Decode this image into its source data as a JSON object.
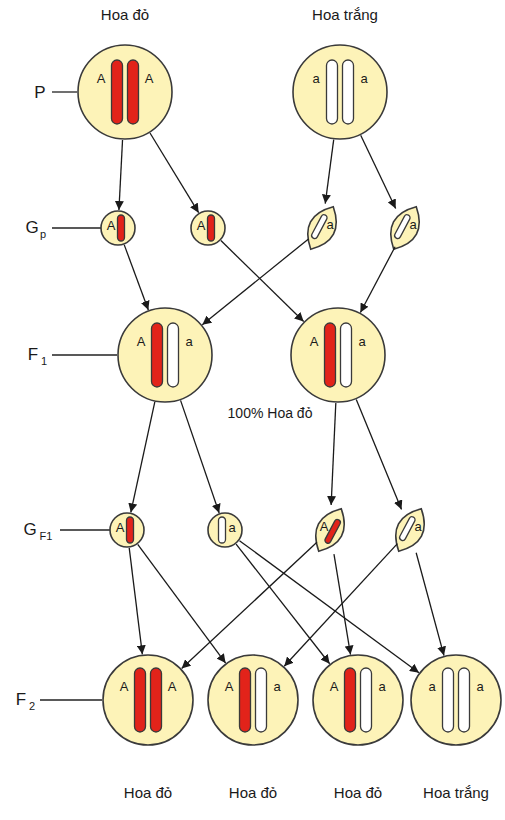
{
  "diagram": {
    "nodes": [
      {
        "text": [
          "A",
          "A"
        ]
      },
      {
        "text": [
          "a",
          "a"
        ]
      },
      {
        "text": [
          "A"
        ]
      },
      {
        "text": [
          "A"
        ]
      },
      {
        "text": [
          "a"
        ]
      },
      {
        "text": [
          "a"
        ]
      },
      {
        "text": [
          "A",
          "a"
        ]
      },
      {
        "text": [
          "A",
          "a"
        ]
      },
      {
        "text": [
          "A"
        ]
      },
      {
        "text": [
          "a"
        ]
      },
      {
        "text": [
          "A"
        ]
      },
      {
        "text": [
          "a"
        ]
      },
      {
        "text": [
          "A",
          "A"
        ]
      },
      {
        "text": [
          "A",
          "a"
        ]
      },
      {
        "text": [
          "A",
          "a"
        ]
      },
      {
        "text": [
          "a",
          "a"
        ]
      }
    ],
    "edges": [
      {
        "from": 0,
        "to": 2,
        "arrow": "to"
      },
      {
        "from": 0,
        "to": 3,
        "arrow": "to"
      },
      {
        "from": 1,
        "to": 4,
        "arrow": "to"
      },
      {
        "from": 1,
        "to": 5,
        "arrow": "to"
      },
      {
        "from": 2,
        "to": 6,
        "arrow": "to"
      },
      {
        "from": 3,
        "to": 7,
        "arrow": "to"
      },
      {
        "from": 4,
        "to": 6,
        "arrow": "to"
      },
      {
        "from": 5,
        "to": 7,
        "arrow": "to"
      },
      {
        "from": 6,
        "to": 8,
        "arrow": "to"
      },
      {
        "from": 6,
        "to": 9,
        "arrow": "to"
      },
      {
        "from": 7,
        "to": 10,
        "arrow": "to"
      },
      {
        "from": 7,
        "to": 11,
        "arrow": "to"
      },
      {
        "from": 8,
        "to": 12,
        "arrow": "to"
      },
      {
        "from": 8,
        "to": 13,
        "arrow": "to"
      },
      {
        "from": 9,
        "to": 14,
        "arrow": "to"
      },
      {
        "from": 9,
        "to": 15,
        "arrow": "to"
      },
      {
        "from": 10,
        "to": 12,
        "arrow": "to"
      },
      {
        "from": 10,
        "to": 14,
        "arrow": "to"
      },
      {
        "from": 11,
        "to": 13,
        "arrow": "to"
      },
      {
        "from": 11,
        "to": 15,
        "arrow": "to"
      }
    ],
    "labels": [
      "Hoa đỏ",
      "Hoa trắng",
      "P",
      "G",
      "p",
      "F",
      "1",
      "100% Hoa đỏ",
      "G",
      "F1",
      "F",
      "2",
      "Hoa đỏ",
      "Hoa đỏ",
      "Hoa đỏ",
      "Hoa trắng"
    ]
  }
}
